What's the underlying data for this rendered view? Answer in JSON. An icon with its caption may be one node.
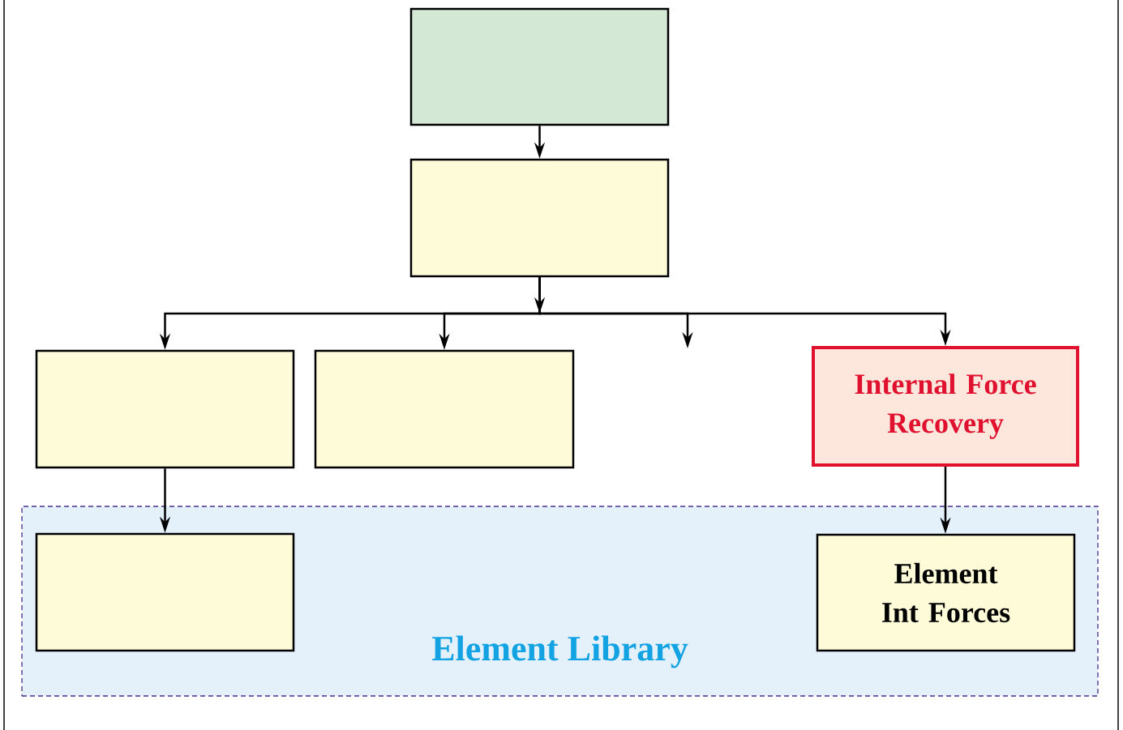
{
  "diagram": {
    "nodes": [
      {
        "text": [],
        "shape": "box"
      },
      {
        "text": [],
        "shape": "box"
      },
      {
        "text": [],
        "shape": "box"
      },
      {
        "text": [],
        "shape": "box"
      },
      {
        "text": [
          "Internal Force Recovery"
        ]
      },
      {
        "text": [
          "Element Library"
        ]
      },
      {
        "text": [],
        "shape": "box",
        "in": 5
      },
      {
        "text": [
          "Element Int Forces"
        ],
        "in": 5
      }
    ],
    "edges": [
      {
        "from": 0,
        "to": 1,
        "arrow": "to"
      },
      {
        "from": 1,
        "to": 2,
        "arrow": "to"
      },
      {
        "from": 1,
        "to": 3,
        "arrow": "to"
      },
      {
        "from": 1,
        "to": null,
        "arrow": "to"
      },
      {
        "from": 1,
        "to": 4,
        "arrow": "to"
      },
      {
        "from": 2,
        "to": 6,
        "arrow": "to"
      },
      {
        "from": 4,
        "to": 7,
        "arrow": "to"
      }
    ]
  }
}
